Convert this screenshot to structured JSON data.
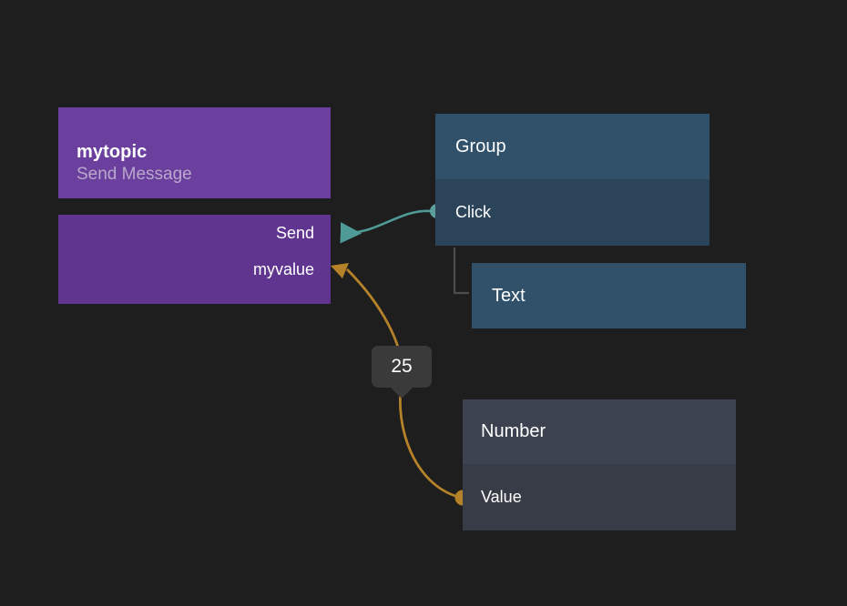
{
  "canvas": {
    "background_color": "#1e1e1e"
  },
  "nodes": {
    "mytopic": {
      "title": "mytopic",
      "subtitle": "Send Message",
      "header_color": "#6b3f9e",
      "body_color": "#5f3590",
      "outputs": [
        {
          "label": "Send"
        },
        {
          "label": "myvalue"
        }
      ]
    },
    "group": {
      "title": "Group",
      "header_color": "#31516b",
      "body_color": "#2b4459",
      "ports": [
        {
          "label": "Click",
          "dot_color": "#5b9e9b"
        }
      ]
    },
    "text": {
      "title": "Text",
      "header_color": "#31516b"
    },
    "number": {
      "title": "Number",
      "header_color": "#3d4250",
      "body_color": "#383c47",
      "ports": [
        {
          "label": "Value",
          "dot_color": "#b5822a"
        }
      ]
    }
  },
  "badge": {
    "value": "25",
    "background_color": "#3a3a3a"
  },
  "connections": [
    {
      "name": "click-to-send",
      "from": "group.Click",
      "to": "mytopic.Send",
      "color": "#4f9a96"
    },
    {
      "name": "value-to-myvalue",
      "from": "number.Value",
      "to": "mytopic.myvalue",
      "color": "#b5822a"
    }
  ]
}
